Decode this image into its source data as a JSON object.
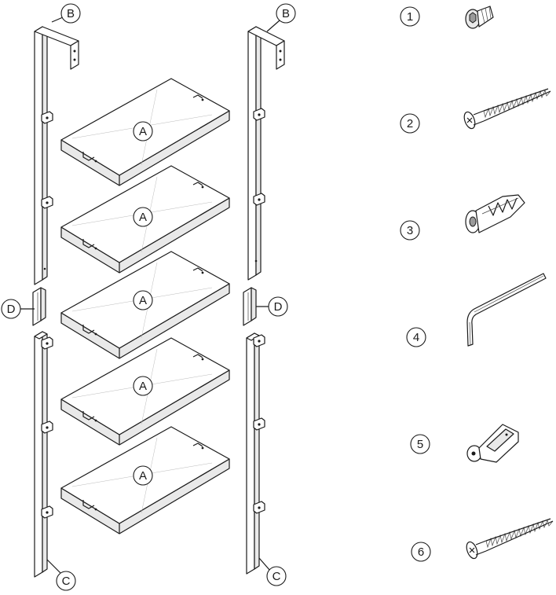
{
  "parts": {
    "shelf": "A",
    "upper_upright": "B",
    "lower_upright": "C",
    "connector": "D"
  },
  "hardware": [
    "1",
    "2",
    "3",
    "4",
    "5",
    "6"
  ],
  "hardware_icons": [
    "hex-bolt-icon",
    "wood-screw-icon",
    "wall-plug-icon",
    "allen-key-icon",
    "anti-tip-bracket-icon",
    "wood-screw-icon"
  ]
}
